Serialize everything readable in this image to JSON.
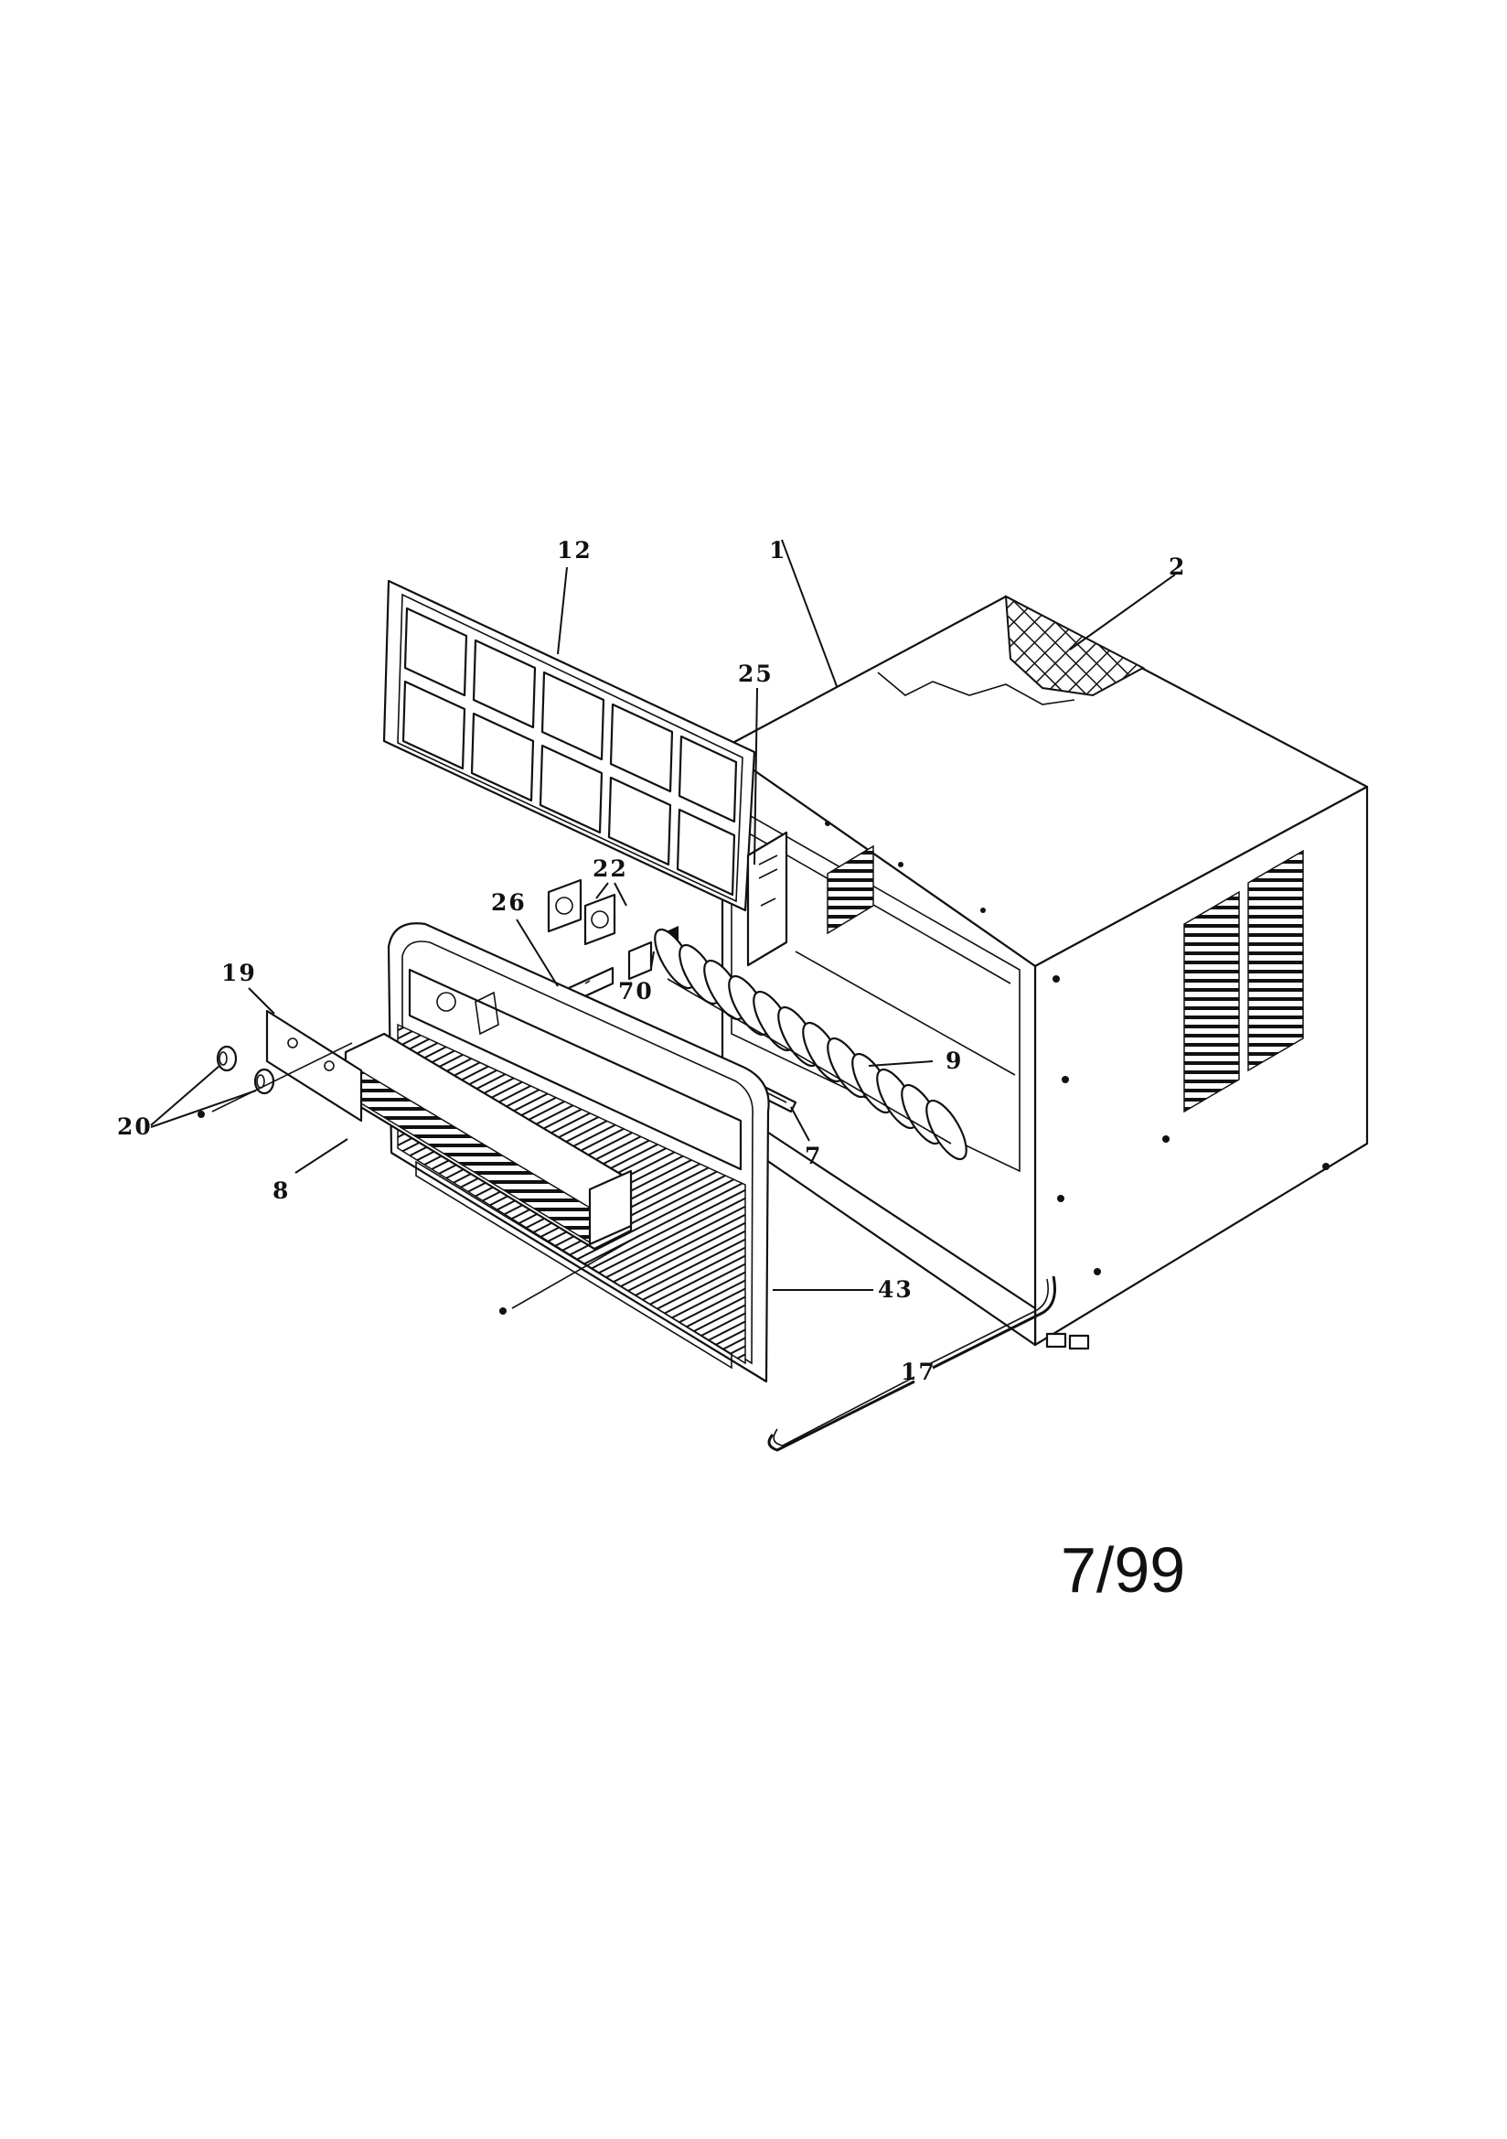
{
  "diagram": {
    "callouts": {
      "c12": "12",
      "c1": "1",
      "c2": "2",
      "c25": "25",
      "c22": "22",
      "c26": "26",
      "c70": "70",
      "c19": "19",
      "c9": "9",
      "c20": "20",
      "c7": "7",
      "c8": "8",
      "c43": "43",
      "c17": "17"
    },
    "date_stamp": "7/99"
  }
}
